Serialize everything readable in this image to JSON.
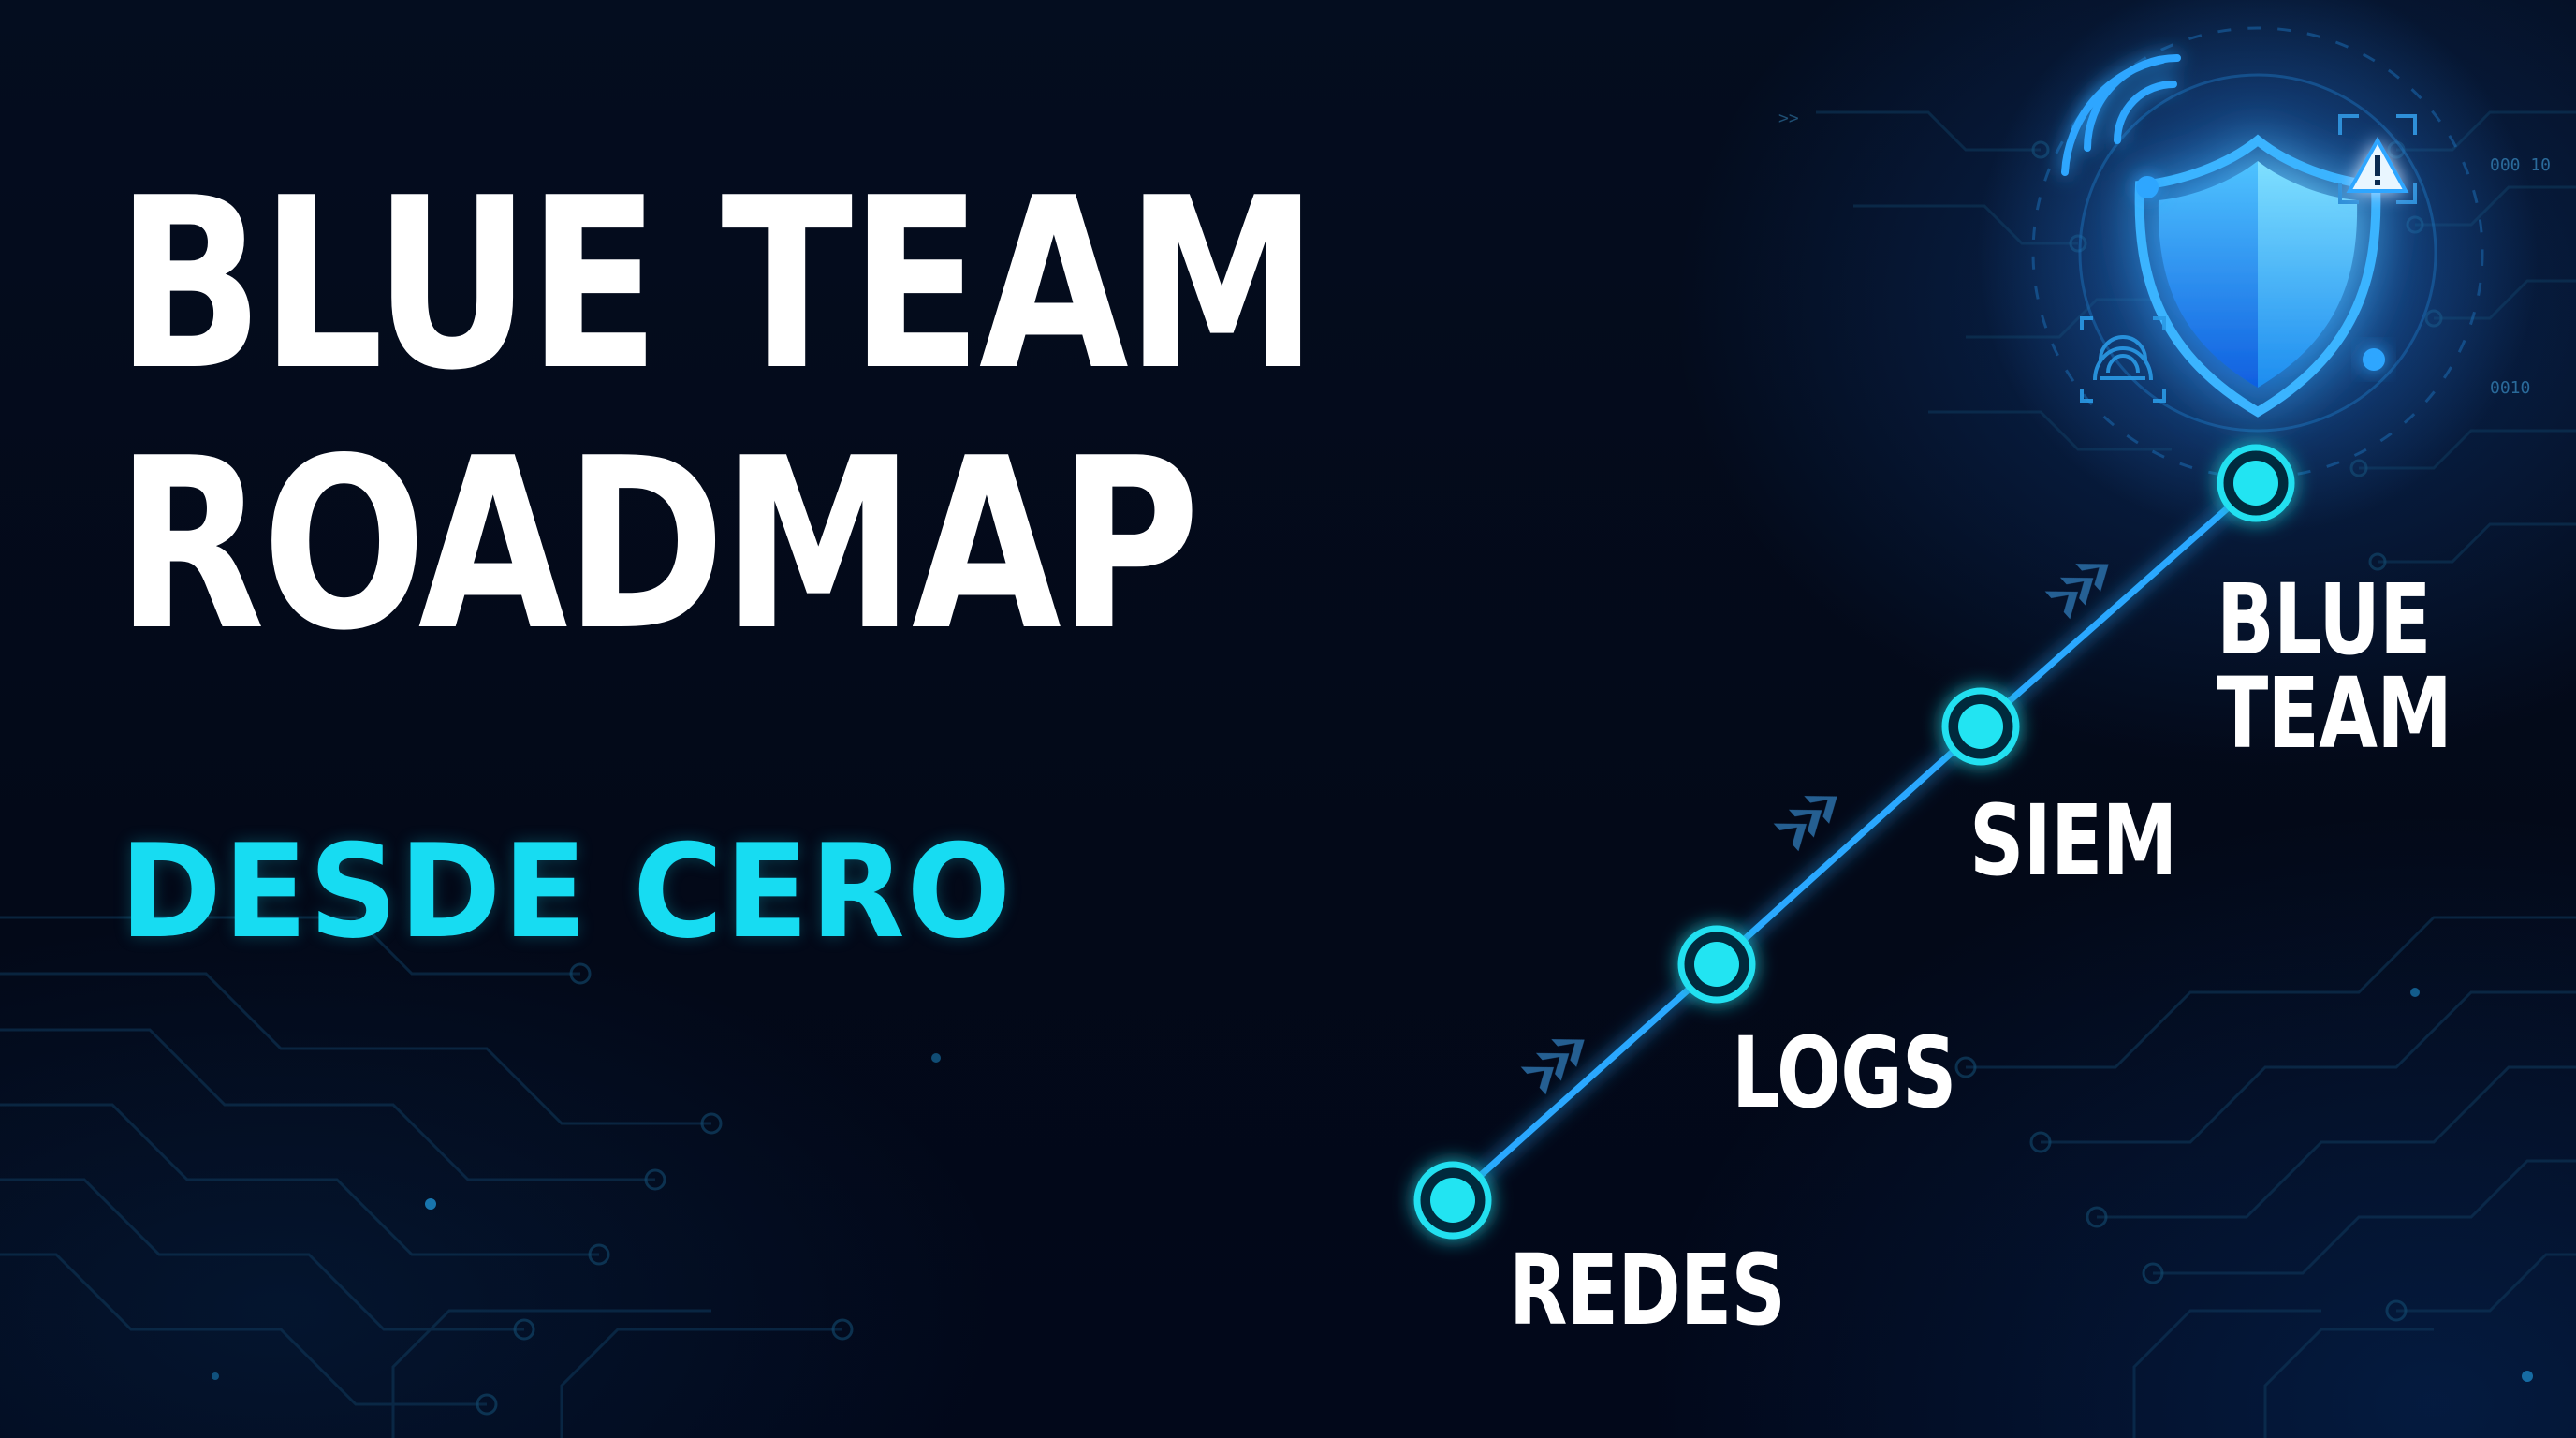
{
  "title": {
    "line1": "BLUE TEAM",
    "line2": "ROADMAP"
  },
  "subtitle": "DESDE CERO",
  "roadmap": {
    "steps": [
      {
        "label": "REDES"
      },
      {
        "label": "LOGS"
      },
      {
        "label": "SIEM"
      },
      {
        "label_line1": "BLUE",
        "label_line2": "TEAM"
      }
    ]
  },
  "icons": {
    "goal": "shield-icon",
    "signal": "wifi-signal-icon",
    "alert": "warning-triangle-icon",
    "fingerprint": "fingerprint-icon",
    "progress": "chevron-arrows-icon"
  },
  "decor_text": {
    "code_1": "0010",
    "code_2": "000 10",
    "code_3": ">>"
  },
  "colors": {
    "background": "#030a18",
    "accent_cyan": "#17dcf2",
    "path_blue": "#2aa8ff",
    "shield_blue": "#1f8fff",
    "title_white": "#ffffff"
  }
}
